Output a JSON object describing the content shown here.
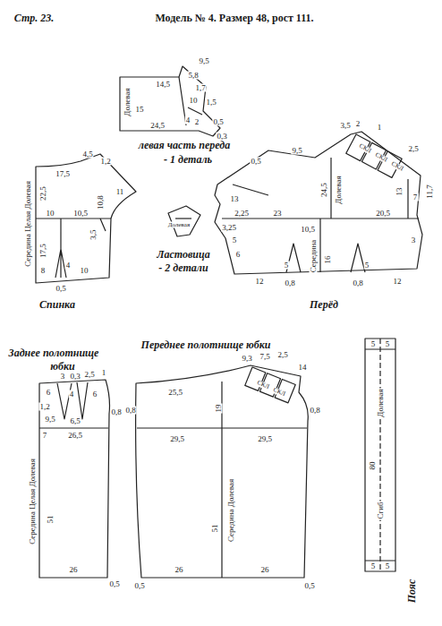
{
  "diagram": {
    "title": "Модель № 4. Размер 48, рост 111.",
    "labels": [
      "Стр. 23.",
      "9,5",
      "14,5",
      "Долевая",
      "15",
      "5,8",
      "1,7",
      "10",
      "24,5",
      "4",
      "2",
      "1,5",
      "0,5",
      "0,3",
      "левая часть переда",
      "- 1 деталь",
      "17,5",
      "4,5",
      "1,2",
      "Середина Целая Долевая",
      "22,5",
      "10",
      "10,5",
      "11",
      "10,8",
      "3,5",
      "17,5",
      "8",
      "4",
      "10",
      "0,5",
      "Спинка",
      "Долевая",
      "Ластовица",
      "- 2 детали",
      "3,5",
      "2",
      "1",
      "СКЛ",
      "СКЛ",
      "СКЛ",
      "2,5",
      "11,7",
      "0,5",
      "9,5",
      "24,5",
      "Долевая",
      "13",
      "2,25",
      "3,25",
      "5",
      "23",
      "20,5",
      "13",
      "7",
      "10,5",
      "Середина",
      "16",
      "5",
      "5",
      "12",
      "0,8",
      "0,8",
      "12",
      "3",
      "6",
      "Перёд",
      "Заднее полотнище",
      "юбки",
      "3",
      "0,3",
      "2,5",
      "1",
      "6",
      "4",
      "6",
      "1,2",
      "9,5",
      "6,5",
      "0,8",
      "7",
      "26,5",
      "Середина Целая Долевая",
      "51",
      "26",
      "0,5",
      "Переднее полотнище юбки",
      "9,3",
      "7,5",
      "2,5",
      "14",
      "СКЛ",
      "СКЛ",
      "25,5",
      "0,8",
      "0,8",
      "19",
      "29,5",
      "29,5",
      "51",
      "Середина Долевая",
      "26",
      "26",
      "0,5",
      "0,5",
      "5",
      "5",
      "80",
      "Долевая",
      "Сгиб",
      "5",
      "5",
      "Пояс"
    ]
  }
}
